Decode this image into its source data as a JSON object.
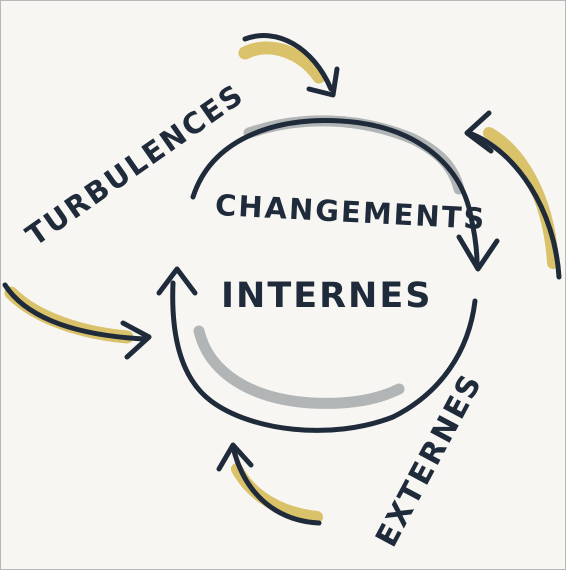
{
  "diagram": {
    "center_line_1": "CHANGEMENTS",
    "center_line_2": "INTERNES",
    "outer_left": "TURBULENCES",
    "outer_right": "EXTERNES"
  },
  "colors": {
    "ink": "#1f2b3a",
    "highlight_yellow": "#d8bf63",
    "highlight_grey": "#a6a9ab",
    "paper": "#f7f6f2"
  }
}
